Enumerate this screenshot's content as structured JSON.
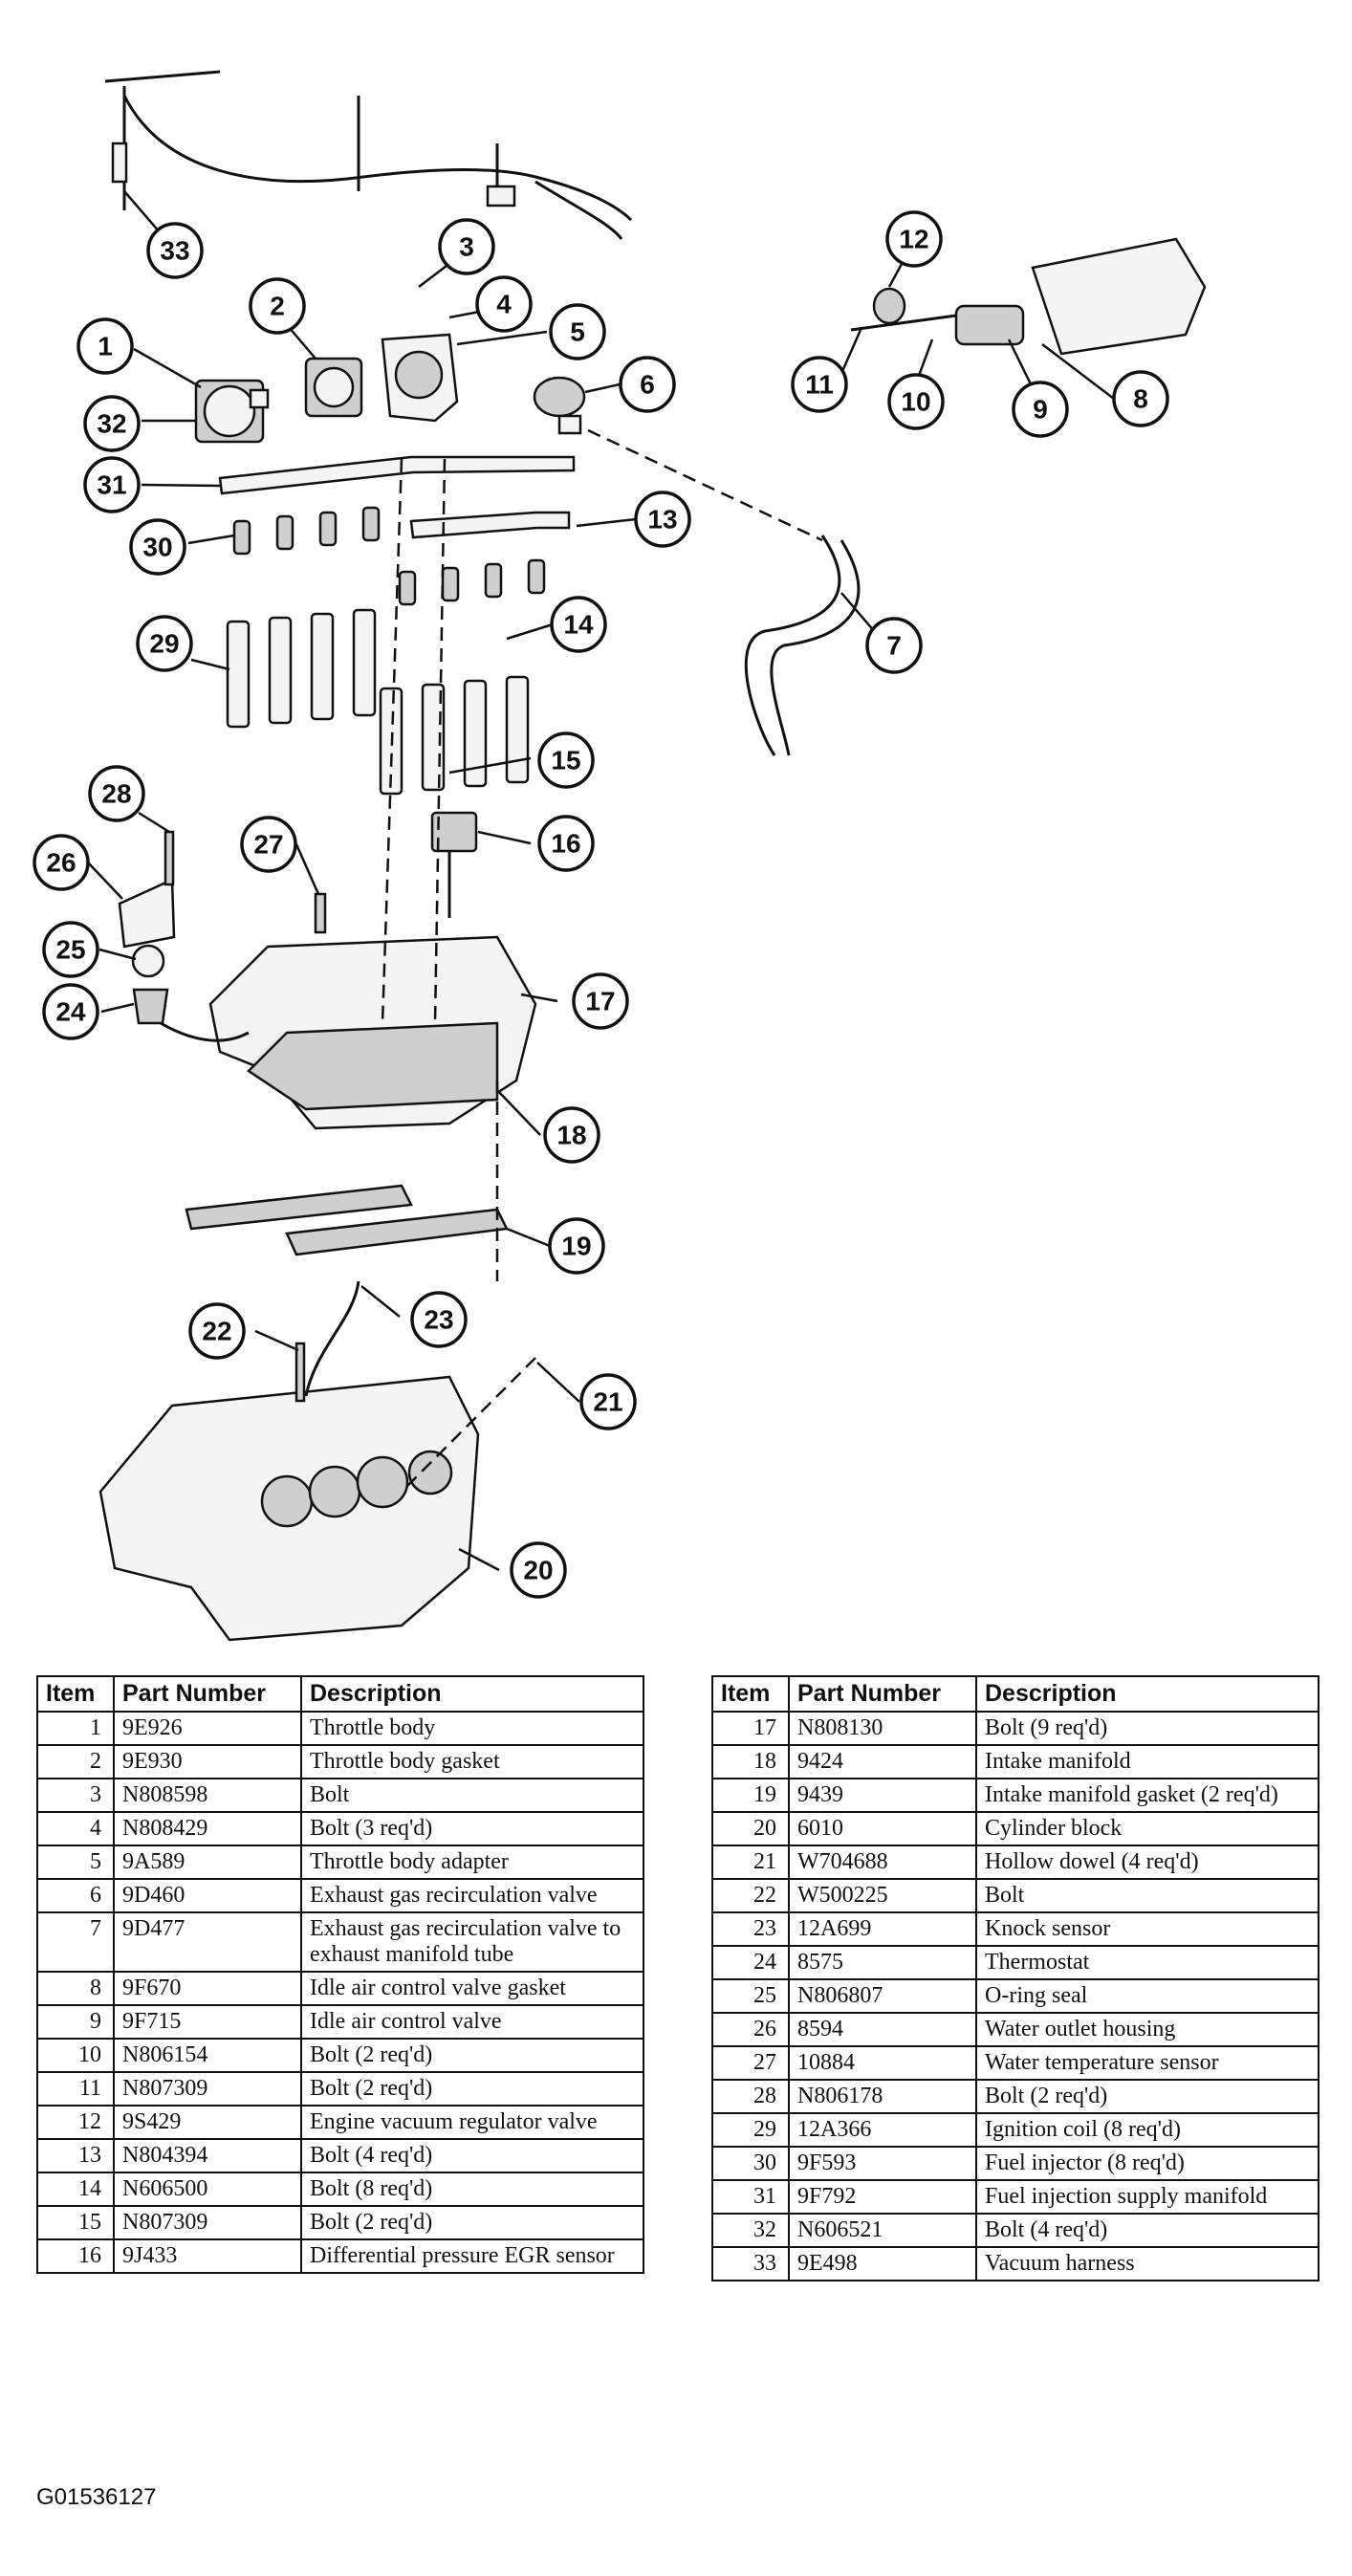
{
  "figure_code": "G01536127",
  "callouts": [
    "1",
    "2",
    "3",
    "4",
    "5",
    "6",
    "7",
    "8",
    "9",
    "10",
    "11",
    "12",
    "13",
    "14",
    "15",
    "16",
    "17",
    "18",
    "19",
    "20",
    "21",
    "22",
    "23",
    "24",
    "25",
    "26",
    "27",
    "28",
    "29",
    "30",
    "31",
    "32",
    "33"
  ],
  "table": {
    "headers": {
      "item": "Item",
      "part_number": "Part Number",
      "description": "Description"
    },
    "left": [
      {
        "item": "1",
        "pn": "9E926",
        "desc": "Throttle body"
      },
      {
        "item": "2",
        "pn": "9E930",
        "desc": "Throttle body gasket"
      },
      {
        "item": "3",
        "pn": "N808598",
        "desc": "Bolt"
      },
      {
        "item": "4",
        "pn": "N808429",
        "desc": "Bolt (3 req'd)"
      },
      {
        "item": "5",
        "pn": "9A589",
        "desc": "Throttle body adapter"
      },
      {
        "item": "6",
        "pn": "9D460",
        "desc": "Exhaust gas recirculation valve"
      },
      {
        "item": "7",
        "pn": "9D477",
        "desc": "Exhaust gas recirculation valve to exhaust manifold tube"
      },
      {
        "item": "8",
        "pn": "9F670",
        "desc": "Idle air control valve gasket"
      },
      {
        "item": "9",
        "pn": "9F715",
        "desc": "Idle air control valve"
      },
      {
        "item": "10",
        "pn": "N806154",
        "desc": "Bolt (2 req'd)"
      },
      {
        "item": "11",
        "pn": "N807309",
        "desc": "Bolt (2 req'd)"
      },
      {
        "item": "12",
        "pn": "9S429",
        "desc": "Engine vacuum regulator valve"
      },
      {
        "item": "13",
        "pn": "N804394",
        "desc": "Bolt (4 req'd)"
      },
      {
        "item": "14",
        "pn": "N606500",
        "desc": "Bolt (8 req'd)"
      },
      {
        "item": "15",
        "pn": "N807309",
        "desc": "Bolt (2 req'd)"
      },
      {
        "item": "16",
        "pn": "9J433",
        "desc": "Differential pressure EGR sensor"
      }
    ],
    "right": [
      {
        "item": "17",
        "pn": "N808130",
        "desc": "Bolt (9 req'd)"
      },
      {
        "item": "18",
        "pn": "9424",
        "desc": "Intake manifold"
      },
      {
        "item": "19",
        "pn": "9439",
        "desc": "Intake manifold gasket (2 req'd)"
      },
      {
        "item": "20",
        "pn": "6010",
        "desc": "Cylinder block"
      },
      {
        "item": "21",
        "pn": "W704688",
        "desc": "Hollow dowel (4 req'd)"
      },
      {
        "item": "22",
        "pn": "W500225",
        "desc": "Bolt"
      },
      {
        "item": "23",
        "pn": "12A699",
        "desc": "Knock sensor"
      },
      {
        "item": "24",
        "pn": "8575",
        "desc": "Thermostat"
      },
      {
        "item": "25",
        "pn": "N806807",
        "desc": "O-ring seal"
      },
      {
        "item": "26",
        "pn": "8594",
        "desc": "Water outlet housing"
      },
      {
        "item": "27",
        "pn": "10884",
        "desc": "Water temperature sensor"
      },
      {
        "item": "28",
        "pn": "N806178",
        "desc": "Bolt (2 req'd)"
      },
      {
        "item": "29",
        "pn": "12A366",
        "desc": "Ignition coil (8 req'd)"
      },
      {
        "item": "30",
        "pn": "9F593",
        "desc": "Fuel injector (8 req'd)"
      },
      {
        "item": "31",
        "pn": "9F792",
        "desc": "Fuel injection supply manifold"
      },
      {
        "item": "32",
        "pn": "N606521",
        "desc": "Bolt (4 req'd)"
      },
      {
        "item": "33",
        "pn": "9E498",
        "desc": "Vacuum harness"
      }
    ]
  }
}
